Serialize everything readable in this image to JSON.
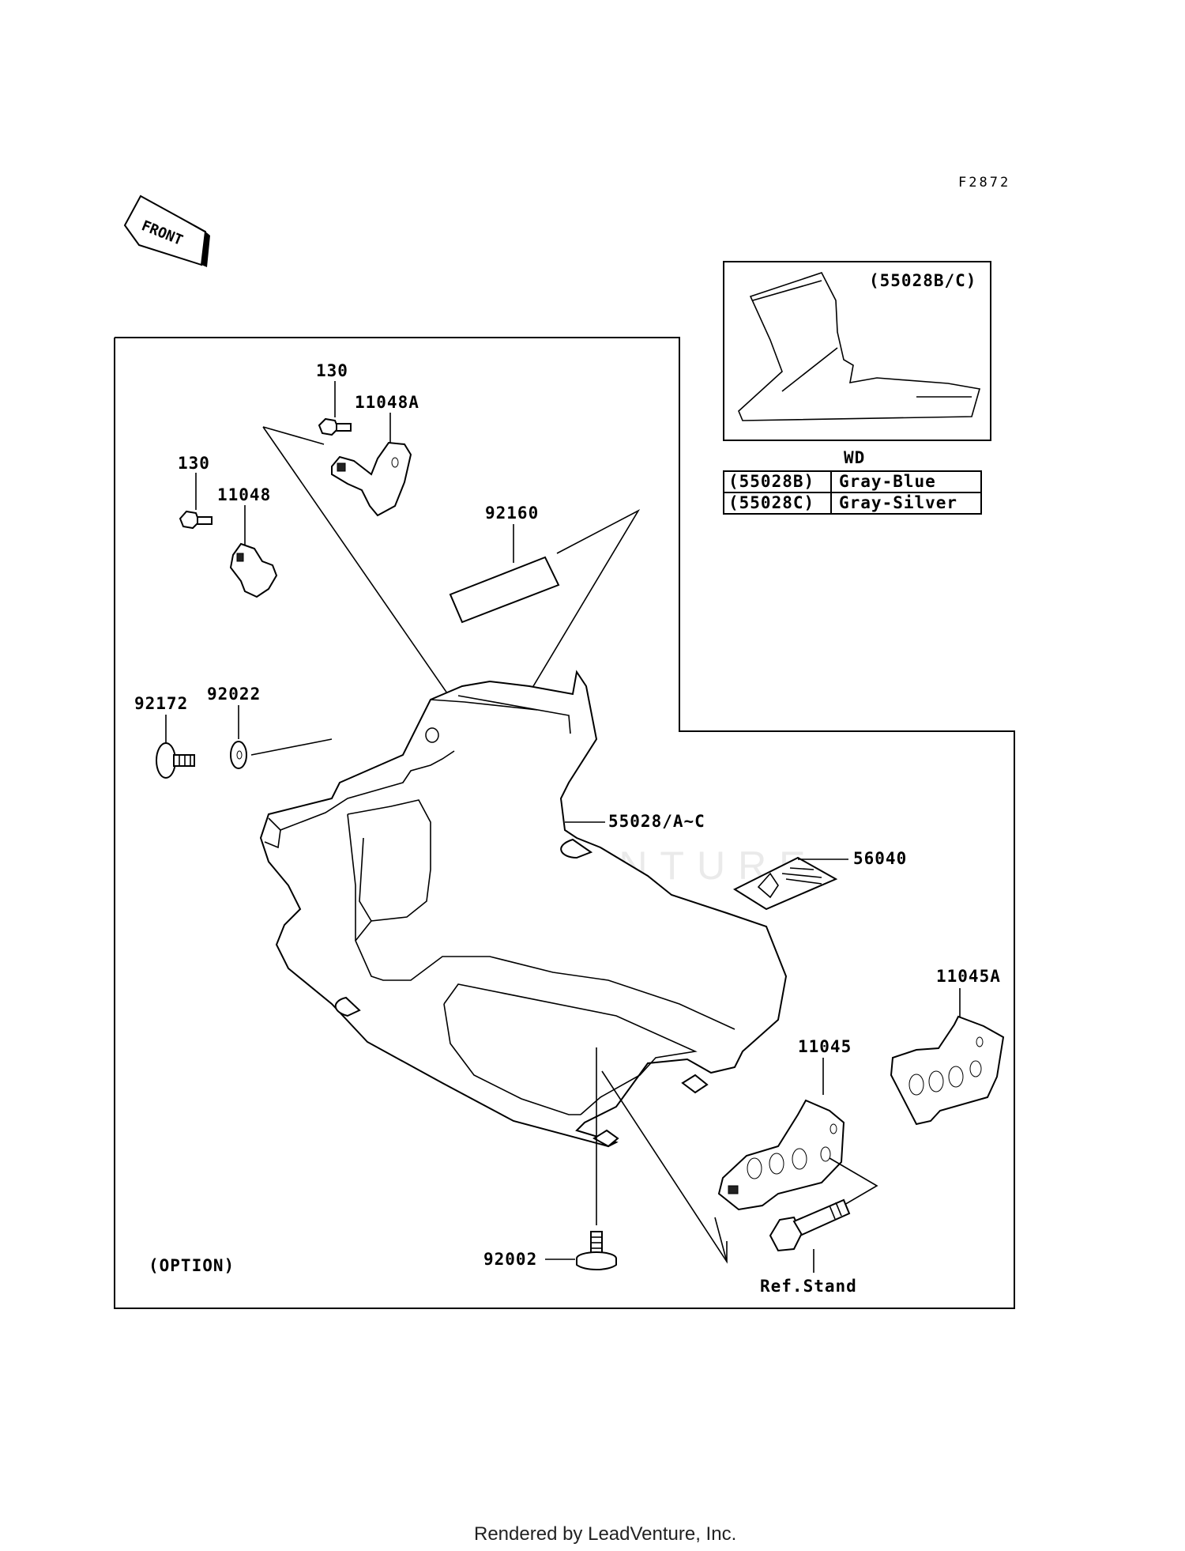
{
  "figure_id": "F2872",
  "front_arrow_label": "FRONT",
  "variant_label": "(55028B/C)",
  "color_table": {
    "title": "WD",
    "rows": [
      {
        "code": "(55028B)",
        "color": "Gray-Blue"
      },
      {
        "code": "(55028C)",
        "color": "Gray-Silver"
      }
    ]
  },
  "parts": {
    "bolt_upper": "130",
    "bracket_upper": "11048A",
    "bolt_left": "130",
    "bracket_left": "11048",
    "pad": "92160",
    "screw_left": "92172",
    "washer": "92022",
    "cowl": "55028/A~C",
    "label_sticker": "56040",
    "stay_right": "11045A",
    "stay_center": "11045",
    "screw_bottom": "92002",
    "ref_stand": "Ref.Stand"
  },
  "option_label": "(OPTION)",
  "watermark": "LEADVENTURE",
  "footer": "Rendered by LeadVenture, Inc."
}
